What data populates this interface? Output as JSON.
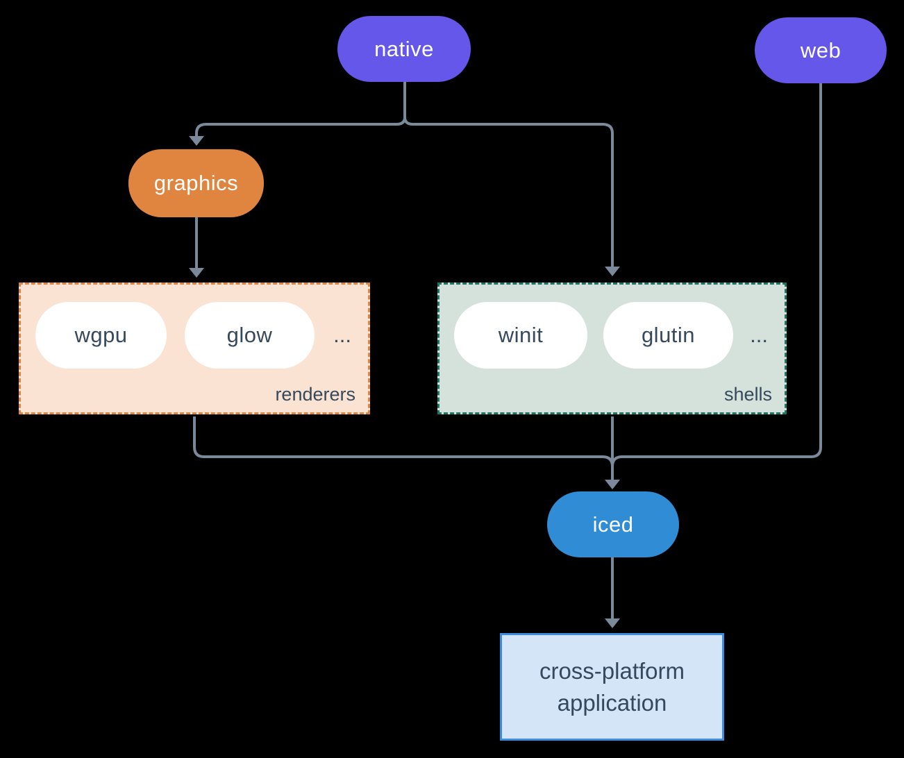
{
  "nodes": {
    "native": {
      "label": "native"
    },
    "web": {
      "label": "web"
    },
    "graphics": {
      "label": "graphics"
    },
    "iced": {
      "label": "iced"
    },
    "application": {
      "line1": "cross-platform",
      "line2": "application"
    }
  },
  "groups": {
    "renderers": {
      "label": "renderers",
      "items": [
        "wgpu",
        "glow"
      ],
      "ellipsis": "..."
    },
    "shells": {
      "label": "shells",
      "items": [
        "winit",
        "glutin"
      ],
      "ellipsis": "..."
    }
  },
  "colors": {
    "background": "#000000",
    "pill-purple": "#6457e9",
    "pill-orange": "#e08540",
    "pill-blue": "#2f8cd5",
    "peach-fill": "#fae3d3",
    "peach-border": "#e08540",
    "sage-fill": "#d4e2db",
    "sage-border": "#1c7464",
    "app-fill": "#d4e5f7",
    "app-border": "#3b8de0",
    "slate-text": "#36495c",
    "line": "#7b8a9a"
  }
}
